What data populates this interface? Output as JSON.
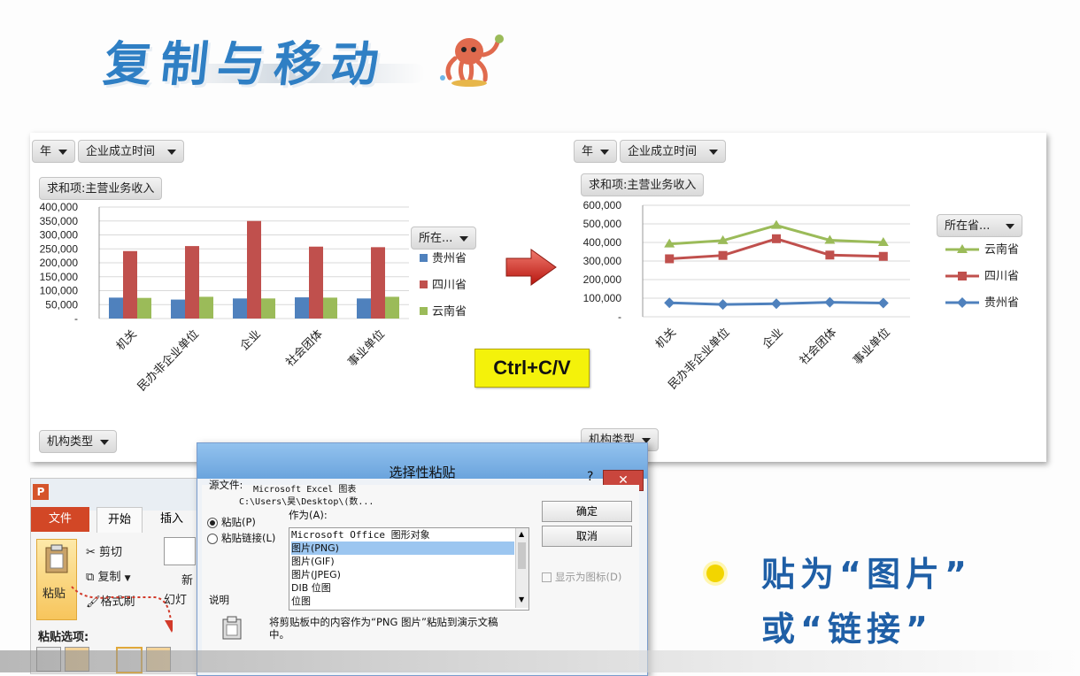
{
  "slide": {
    "title": "复制与移动",
    "mascot_icon": "octopus-mascot-icon",
    "shortcut_label": "Ctrl+C/V",
    "note_line1": "贴为“图片”",
    "note_line2": "或“链接”"
  },
  "pivot": {
    "filter_year": "年",
    "filter_date": "企业成立时间",
    "value_field": "求和项:主营业务收入",
    "legend_field": "所在...",
    "legend_field_right": "所在省...",
    "row_field": "机构类型"
  },
  "chart_data": [
    {
      "type": "bar",
      "categories": [
        "机关",
        "民办非企业单位",
        "企业",
        "社会团体",
        "事业单位"
      ],
      "yticks": [
        "400,000",
        "350,000",
        "300,000",
        "250,000",
        "200,000",
        "150,000",
        "100,000",
        "50,000",
        "-"
      ],
      "ylim": [
        0,
        400000
      ],
      "series": [
        {
          "name": "贵州省",
          "color": "#4f81bd",
          "values": [
            75000,
            68000,
            72000,
            76000,
            72000
          ]
        },
        {
          "name": "四川省",
          "color": "#c0504d",
          "values": [
            242000,
            260000,
            350000,
            258000,
            256000
          ]
        },
        {
          "name": "云南省",
          "color": "#9bbb59",
          "values": [
            74000,
            78000,
            72000,
            75000,
            78000
          ]
        }
      ],
      "legend_position": "right"
    },
    {
      "type": "line",
      "categories": [
        "机关",
        "民办非企业单位",
        "企业",
        "社会团体",
        "事业单位"
      ],
      "yticks": [
        "600,000",
        "500,000",
        "400,000",
        "300,000",
        "200,000",
        "100,000",
        "-"
      ],
      "ylim": [
        0,
        600000
      ],
      "series": [
        {
          "name": "云南省",
          "color": "#9bbb59",
          "values": [
            392000,
            410000,
            492000,
            412000,
            400000
          ]
        },
        {
          "name": "四川省",
          "color": "#c0504d",
          "values": [
            312000,
            330000,
            420000,
            332000,
            325000
          ]
        },
        {
          "name": "贵州省",
          "color": "#4f81bd",
          "values": [
            75000,
            66000,
            70000,
            78000,
            74000
          ]
        }
      ],
      "legend_position": "right"
    }
  ],
  "ppt": {
    "logo": "P",
    "tab_file": "文件",
    "tab_home": "开始",
    "tab_insert": "插入",
    "cut": "剪切",
    "copy": "复制",
    "format_painter": "格式刷",
    "paste": "粘贴",
    "new_slide_a": "新",
    "new_slide_b": "幻灯",
    "paste_options": "粘贴选项:"
  },
  "dialog": {
    "title": "选择性粘贴",
    "help": "?",
    "close": "✕",
    "source_label": "源文件:",
    "source_line1": "Microsoft Excel 图表",
    "source_line2": "C:\\Users\\昊\\Desktop\\(数...",
    "as_label": "作为(A):",
    "radio_paste": "粘贴(P)",
    "radio_link": "粘贴链接(L)",
    "list_items": [
      "Microsoft Office 图形对象",
      "图片(PNG)",
      "图片(GIF)",
      "图片(JPEG)",
      "DIB 位图",
      "位图"
    ],
    "selected_index": 1,
    "ok": "确定",
    "cancel": "取消",
    "show_icon": "显示为图标(D)",
    "desc_label": "说明",
    "desc_text": "将剪贴板中的内容作为“PNG 图片”粘贴到演示文稿中。"
  }
}
